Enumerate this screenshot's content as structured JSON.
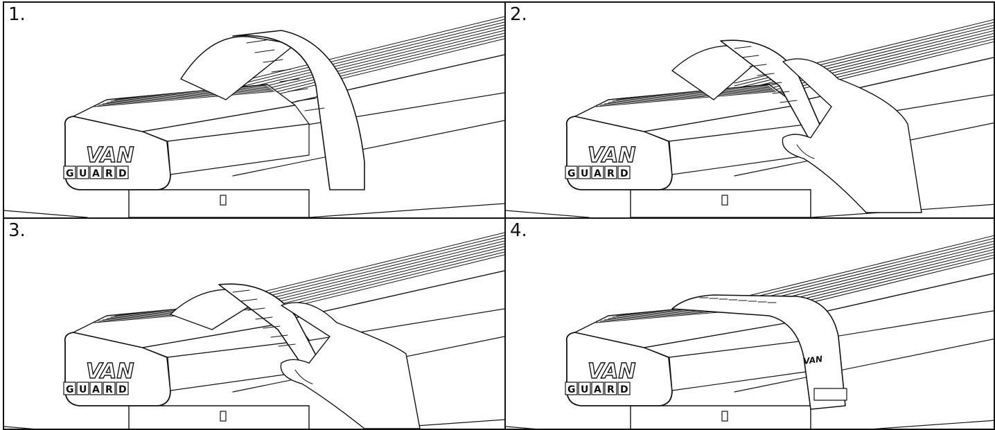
{
  "steps": [
    {
      "number": "1.",
      "logo_top": "VAN",
      "logo_bottom": [
        "G",
        "U",
        "A",
        "R",
        "D"
      ],
      "has_hand": false,
      "clip_state": "open"
    },
    {
      "number": "2.",
      "logo_top": "VAN",
      "logo_bottom": [
        "G",
        "U",
        "A",
        "R",
        "D"
      ],
      "has_hand": true,
      "clip_state": "pressing"
    },
    {
      "number": "3.",
      "logo_top": "VAN",
      "logo_bottom": [
        "G",
        "U",
        "A",
        "R",
        "D"
      ],
      "has_hand": true,
      "clip_state": "closing"
    },
    {
      "number": "4.",
      "logo_top": "VAN",
      "logo_bottom": [
        "G",
        "U",
        "A",
        "R",
        "D"
      ],
      "has_hand": false,
      "clip_state": "closed"
    }
  ],
  "colors": {
    "line": "#111111",
    "background": "#ffffff"
  }
}
